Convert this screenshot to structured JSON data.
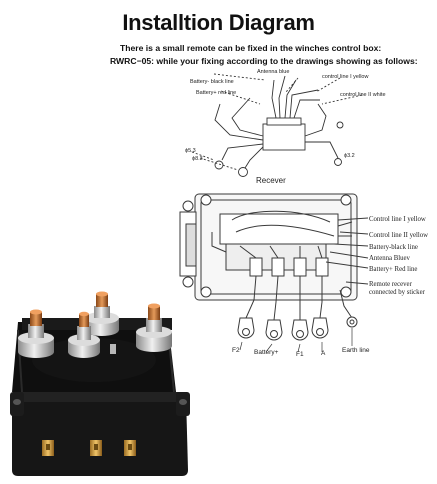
{
  "title": "Installtion Diagram",
  "intro_line1": "There is a small remote can be fixed in the winches control box:",
  "intro_line2": "RWRC−05: while your fixing according to the drawings showing as follows:",
  "top_labels": {
    "antenna": "Antenna blue",
    "battery_black": "Battery- black line",
    "battery_red": "Battery+ red line",
    "control1": "control line I yellow",
    "control2": "control line II white",
    "d53": "ϕ5.3",
    "d83": "ϕ8.3",
    "d32": "ϕ3.2"
  },
  "receiver_label": "Recever",
  "right_labels": {
    "control1": "Control line I yellow",
    "control2": "Control line II yellow",
    "battery_black": "Battery-black line",
    "antenna": "Antenna Bluev",
    "battery_red": "Battery+  Red line",
    "remote1": "Remote recever",
    "remote2": "connected by sticker"
  },
  "bottom_labels": {
    "f2": "F2",
    "battery_plus": "Battery+",
    "f1": "F1",
    "a": "A",
    "earth": "Earth line"
  },
  "colors": {
    "copper": "#c8743a",
    "body": "#141414",
    "brass": "#d7a24a",
    "silver": "#c8c8c8"
  }
}
